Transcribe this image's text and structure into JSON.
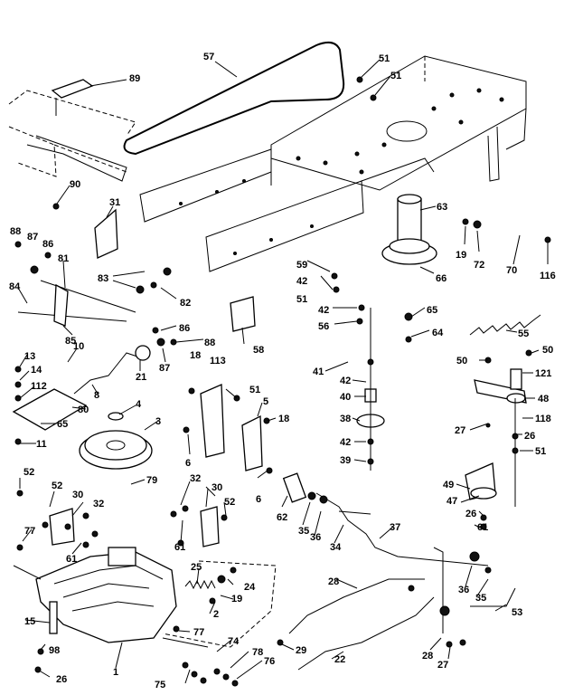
{
  "callouts": [
    {
      "id": "c57a",
      "text": "57"
    },
    {
      "id": "c89",
      "text": "89"
    },
    {
      "id": "c51a",
      "text": "51"
    },
    {
      "id": "c51b",
      "text": "51"
    },
    {
      "id": "c90",
      "text": "90"
    },
    {
      "id": "c31",
      "text": "31"
    },
    {
      "id": "c63",
      "text": "63"
    },
    {
      "id": "c19a",
      "text": "19"
    },
    {
      "id": "c72",
      "text": "72"
    },
    {
      "id": "c70",
      "text": "70"
    },
    {
      "id": "c116",
      "text": "116"
    },
    {
      "id": "c88",
      "text": "88"
    },
    {
      "id": "c87a",
      "text": "87"
    },
    {
      "id": "c86a",
      "text": "86"
    },
    {
      "id": "c81",
      "text": "81"
    },
    {
      "id": "c59",
      "text": "59"
    },
    {
      "id": "c42a",
      "text": "42"
    },
    {
      "id": "c51c",
      "text": "51"
    },
    {
      "id": "c66",
      "text": "66"
    },
    {
      "id": "c83",
      "text": "83"
    },
    {
      "id": "c82",
      "text": "82"
    },
    {
      "id": "c84",
      "text": "84"
    },
    {
      "id": "c42b",
      "text": "42"
    },
    {
      "id": "c56",
      "text": "56"
    },
    {
      "id": "c65a",
      "text": "65"
    },
    {
      "id": "c58",
      "text": "58"
    },
    {
      "id": "c85",
      "text": "85"
    },
    {
      "id": "c86b",
      "text": "86"
    },
    {
      "id": "c88b",
      "text": "88"
    },
    {
      "id": "c64",
      "text": "64"
    },
    {
      "id": "c55",
      "text": "55"
    },
    {
      "id": "c13",
      "text": "13"
    },
    {
      "id": "c10",
      "text": "10"
    },
    {
      "id": "c87b",
      "text": "87"
    },
    {
      "id": "c14",
      "text": "14"
    },
    {
      "id": "c21",
      "text": "21"
    },
    {
      "id": "c18a",
      "text": "18"
    },
    {
      "id": "c113",
      "text": "113"
    },
    {
      "id": "c41",
      "text": "41"
    },
    {
      "id": "c42c",
      "text": "42"
    },
    {
      "id": "c50a",
      "text": "50"
    },
    {
      "id": "c50b",
      "text": "50"
    },
    {
      "id": "c121",
      "text": "121"
    },
    {
      "id": "c112",
      "text": "112"
    },
    {
      "id": "c8",
      "text": "8"
    },
    {
      "id": "c80",
      "text": "80"
    },
    {
      "id": "c4",
      "text": "4"
    },
    {
      "id": "c51d",
      "text": "51"
    },
    {
      "id": "c5",
      "text": "5"
    },
    {
      "id": "c40",
      "text": "40"
    },
    {
      "id": "c48",
      "text": "48"
    },
    {
      "id": "c65b",
      "text": "65"
    },
    {
      "id": "c3",
      "text": "3"
    },
    {
      "id": "c18b",
      "text": "18"
    },
    {
      "id": "c38",
      "text": "38"
    },
    {
      "id": "c118",
      "text": "118"
    },
    {
      "id": "c27a",
      "text": "27"
    },
    {
      "id": "c11",
      "text": "11"
    },
    {
      "id": "c6a",
      "text": "6"
    },
    {
      "id": "c42d",
      "text": "42"
    },
    {
      "id": "c26a",
      "text": "26"
    },
    {
      "id": "c51e",
      "text": "51"
    },
    {
      "id": "c39",
      "text": "39"
    },
    {
      "id": "c52a",
      "text": "52"
    },
    {
      "id": "c79",
      "text": "79"
    },
    {
      "id": "c6b",
      "text": "6"
    },
    {
      "id": "c49",
      "text": "49"
    },
    {
      "id": "c32a",
      "text": "32"
    },
    {
      "id": "c30a",
      "text": "30"
    },
    {
      "id": "c52b",
      "text": "52"
    },
    {
      "id": "c30b",
      "text": "30"
    },
    {
      "id": "c32b",
      "text": "32"
    },
    {
      "id": "c52c",
      "text": "52"
    },
    {
      "id": "c47",
      "text": "47"
    },
    {
      "id": "c26b",
      "text": "26"
    },
    {
      "id": "c62",
      "text": "62"
    },
    {
      "id": "c35a",
      "text": "35"
    },
    {
      "id": "c36a",
      "text": "36"
    },
    {
      "id": "c61a",
      "text": "61"
    },
    {
      "id": "c77a",
      "text": "77"
    },
    {
      "id": "c61b",
      "text": "61"
    },
    {
      "id": "c34",
      "text": "34"
    },
    {
      "id": "c37",
      "text": "37"
    },
    {
      "id": "c61c",
      "text": "61"
    },
    {
      "id": "c25",
      "text": "25"
    },
    {
      "id": "c28a",
      "text": "28"
    },
    {
      "id": "c19b",
      "text": "19"
    },
    {
      "id": "c24",
      "text": "24"
    },
    {
      "id": "c36b",
      "text": "36"
    },
    {
      "id": "c35b",
      "text": "35"
    },
    {
      "id": "c2",
      "text": "2"
    },
    {
      "id": "c15",
      "text": "15"
    },
    {
      "id": "c53",
      "text": "53"
    },
    {
      "id": "c77b",
      "text": "77"
    },
    {
      "id": "c98",
      "text": "98"
    },
    {
      "id": "c74",
      "text": "74"
    },
    {
      "id": "c29",
      "text": "29"
    },
    {
      "id": "c28b",
      "text": "28"
    },
    {
      "id": "c22",
      "text": "22"
    },
    {
      "id": "c78",
      "text": "78"
    },
    {
      "id": "c1",
      "text": "1"
    },
    {
      "id": "c75",
      "text": "75"
    },
    {
      "id": "c76",
      "text": "76"
    },
    {
      "id": "c26c",
      "text": "26"
    },
    {
      "id": "c27b",
      "text": "27"
    }
  ]
}
